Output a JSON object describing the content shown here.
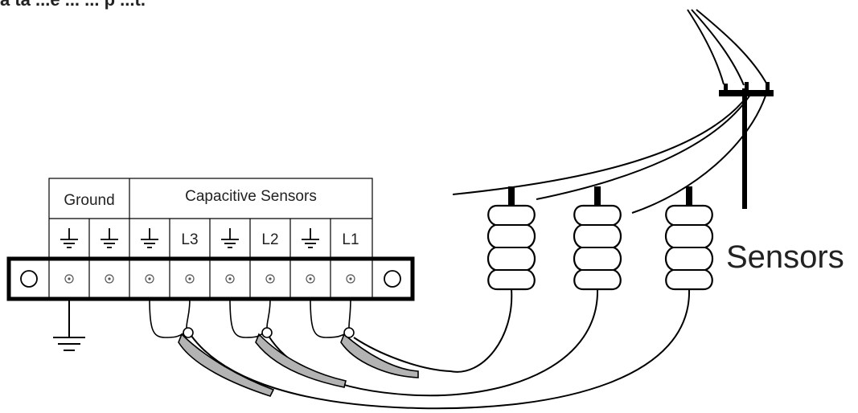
{
  "caption": {
    "text": "a ta ...e ... ... p ...t.",
    "color": "#8B0000"
  },
  "terminal_block": {
    "group_labels": {
      "ground": "Ground",
      "capacitive": "Capacitive Sensors"
    },
    "terminals": [
      {
        "label": "",
        "icon": "ground-icon",
        "group": "ground"
      },
      {
        "label": "",
        "icon": "ground-icon",
        "group": "ground"
      },
      {
        "label": "",
        "icon": "ground-icon",
        "group": "capacitive"
      },
      {
        "label": "L3",
        "icon": "",
        "group": "capacitive"
      },
      {
        "label": "",
        "icon": "ground-icon",
        "group": "capacitive"
      },
      {
        "label": "L2",
        "icon": "",
        "group": "capacitive"
      },
      {
        "label": "",
        "icon": "ground-icon",
        "group": "capacitive"
      },
      {
        "label": "L1",
        "icon": "",
        "group": "capacitive"
      }
    ]
  },
  "sensors_label": "Sensors",
  "colors": {
    "line": "#000000",
    "cable_fill": "#b3b3b3"
  }
}
